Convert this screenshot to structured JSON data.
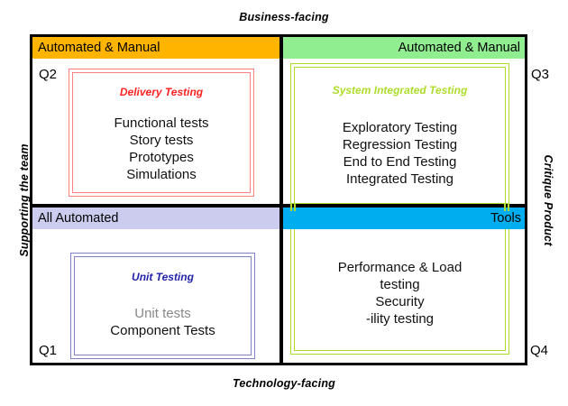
{
  "axes": {
    "top": "Business-facing",
    "bottom": "Technology-facing",
    "left": "Supporting the team",
    "right": "Critique Product"
  },
  "colors": {
    "q2_band": "#FFB400",
    "q3_band": "#90EE90",
    "q1_band": "#CCCCEE",
    "q4_band": "#00AEEF",
    "q2_box": "#FF8080",
    "q1_box": "#8080C8",
    "q3_box": "#AEDC2A",
    "frame": "#000000"
  },
  "quadrants": [
    {
      "id": "Q2",
      "tag": "Q2",
      "band_label": "Automated & Manual",
      "box_title": "Delivery Testing",
      "items": [
        "Functional tests",
        "Story tests",
        "Prototypes",
        "Simulations"
      ]
    },
    {
      "id": "Q3",
      "tag": "Q3",
      "band_label": "Automated & Manual",
      "box_title": "System Integrated Testing",
      "items": [
        "Exploratory Testing",
        "Regression Testing",
        "End to End Testing",
        "Integrated Testing"
      ]
    },
    {
      "id": "Q1",
      "tag": "Q1",
      "band_label": "All Automated",
      "box_title": "Unit Testing",
      "items": [
        "Unit tests",
        "Component Tests"
      ]
    },
    {
      "id": "Q4",
      "tag": "Q4",
      "band_label": "Tools",
      "box_title": "",
      "items": [
        "Performance & Load",
        "testing",
        "Security",
        "-ility testing"
      ]
    }
  ]
}
